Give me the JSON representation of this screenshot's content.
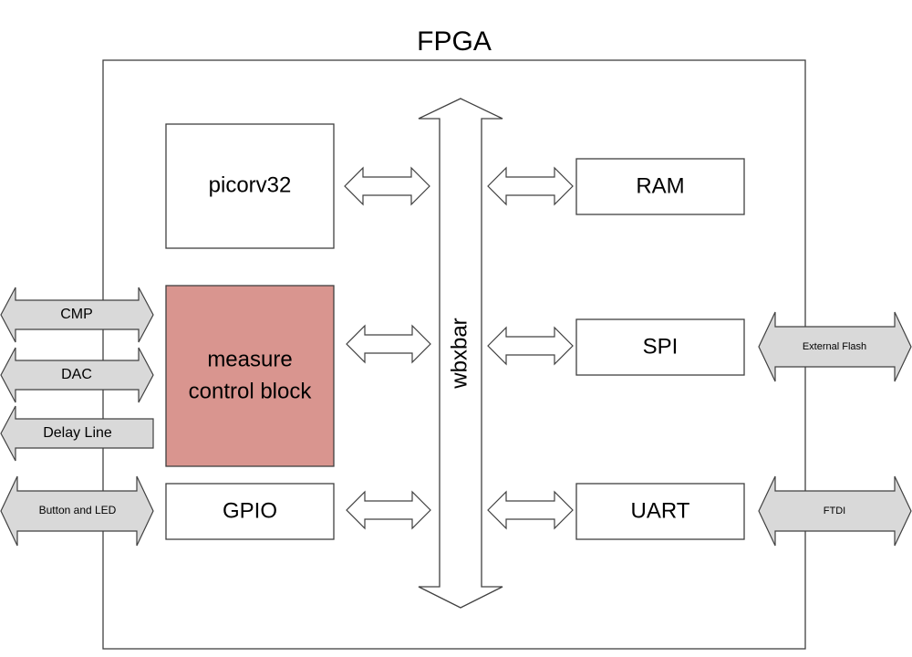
{
  "title": "FPGA",
  "bus": {
    "label": "wbxbar"
  },
  "blocks": {
    "cpu": {
      "label": "picorv32"
    },
    "measure": {
      "line1": "measure",
      "line2": "control block",
      "fill": "#d9958f"
    },
    "gpio": {
      "label": "GPIO"
    },
    "ram": {
      "label": "RAM"
    },
    "spi": {
      "label": "SPI"
    },
    "uart": {
      "label": "UART"
    }
  },
  "external": {
    "cmp": "CMP",
    "dac": "DAC",
    "delay_line": "Delay Line",
    "button_led": "Button and LED",
    "external_flash": "External Flash",
    "ftdi": "FTDI"
  },
  "colors": {
    "external_arrow_fill": "#d9d9d9",
    "stroke": "#404040"
  }
}
